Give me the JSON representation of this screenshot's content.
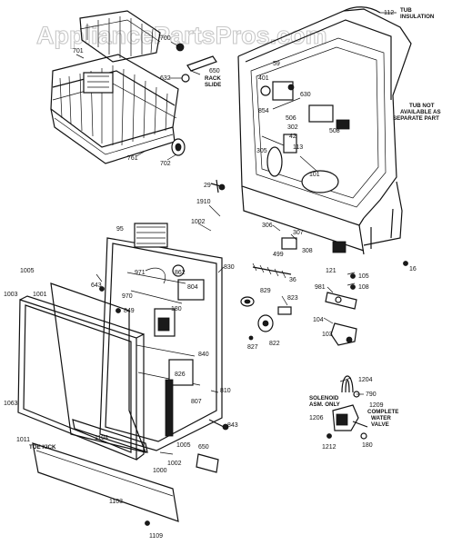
{
  "watermark": "AppliancePartsPros.com",
  "notes": {
    "tub_insulation_line1": "TUB",
    "tub_insulation_line2": "INSULATION",
    "tub_not_available_line1": "TUB NOT",
    "tub_not_available_line2": "AVAILABLE AS",
    "tub_not_available_line3": "SEPARATE PART",
    "rack_slide_line1": "RACK",
    "rack_slide_line2": "SLIDE",
    "solenoid_line1": "SOLENOID",
    "solenoid_line2": "ASM. ONLY",
    "complete_valve_line1": "COMPLETE",
    "complete_valve_line2": "WATER",
    "complete_valve_line3": "VALVE",
    "toe_kick": "TOE KICK"
  },
  "callouts": {
    "c112": "112",
    "c700": "700",
    "c701": "701",
    "c632": "632",
    "c650": "650",
    "c761": "761",
    "c702": "702",
    "c59": "59",
    "c401": "401",
    "c630": "630",
    "c854": "854",
    "c506": "506",
    "c302": "302",
    "c42": "42",
    "c508": "508",
    "c305": "305",
    "c113": "113",
    "c29": "29",
    "c101": "101",
    "c1910": "1910",
    "c1002": "1002",
    "c306": "306",
    "c307": "307",
    "c308": "308",
    "c499": "499",
    "c95": "95",
    "c16": "16",
    "c121": "121",
    "c105": "105",
    "c108": "108",
    "c981": "981",
    "c104": "104",
    "c103": "103",
    "c830": "830",
    "c36": "36",
    "c829": "829",
    "c823": "823",
    "c827": "827",
    "c822": "822",
    "c1005a": "1005",
    "c1003": "1003",
    "c1001": "1001",
    "c643": "643",
    "c971": "971",
    "c970": "970",
    "c862": "862",
    "c804": "804",
    "c849": "849",
    "c840": "840",
    "c826": "826",
    "c807": "807",
    "c810": "810",
    "c843": "843",
    "c1063": "1063",
    "c1204": "1204",
    "c790": "790",
    "c1209": "1209",
    "c1206": "1206",
    "c1212": "1212",
    "c1011": "1011",
    "c1104": "1104",
    "c1005b": "1005",
    "c650b": "650",
    "c1002b": "1002",
    "c1000": "1000",
    "c1103": "1103",
    "c1109": "1109",
    "c180": "180"
  },
  "colors": {
    "ink": "#111111",
    "paper": "#ffffff",
    "watermark": "#c8c8c8"
  }
}
